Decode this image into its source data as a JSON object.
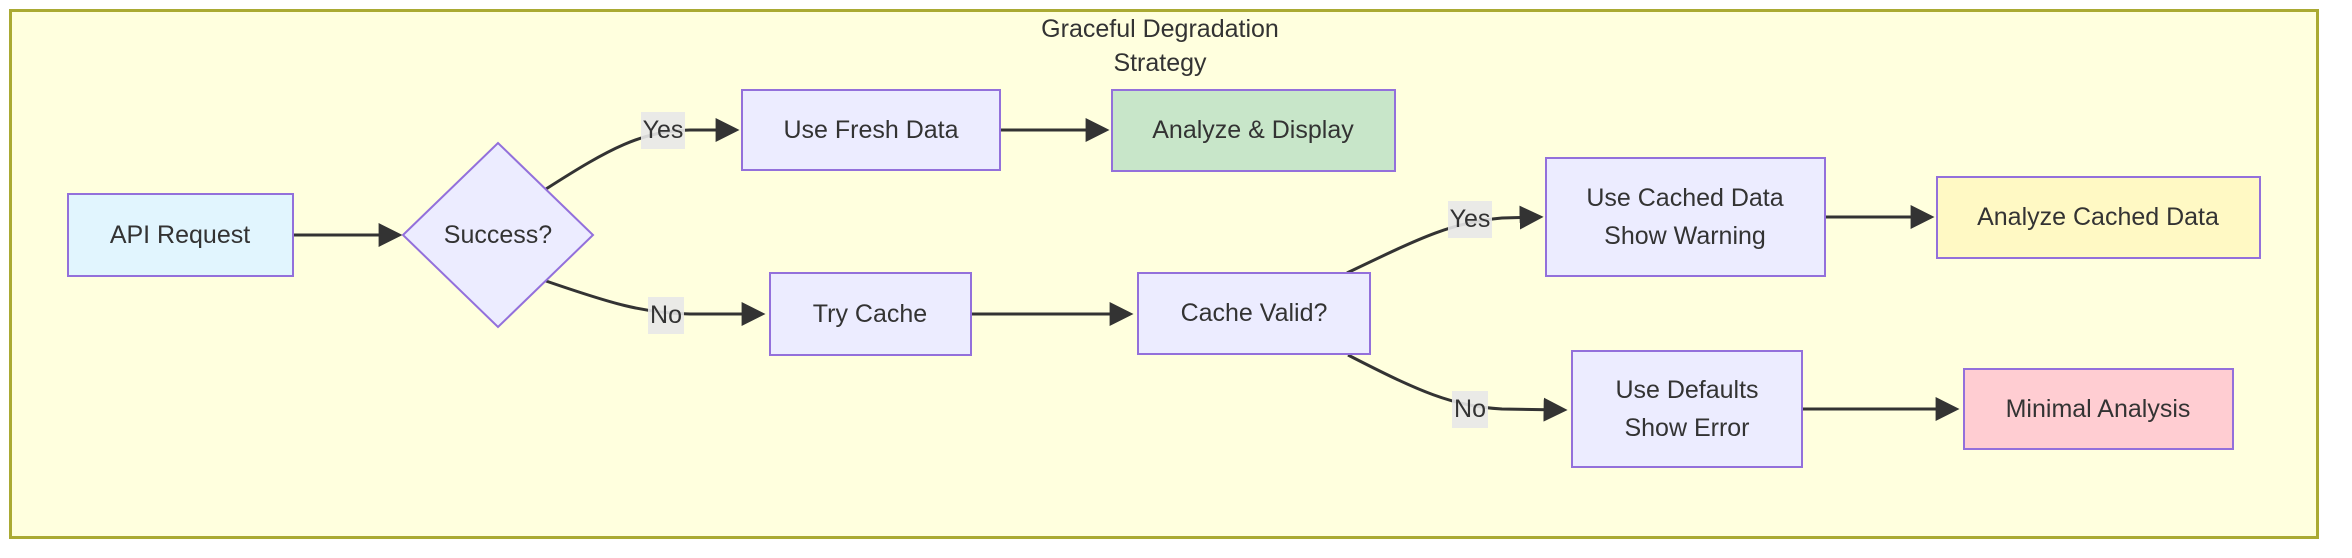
{
  "diagram": {
    "title": {
      "line1": "Graceful Degradation",
      "line2": "Strategy"
    },
    "nodes": {
      "api_request": {
        "label": "API Request"
      },
      "success": {
        "label": "Success?"
      },
      "use_fresh_data": {
        "label": "Use Fresh Data"
      },
      "analyze_display": {
        "label": "Analyze & Display"
      },
      "try_cache": {
        "label": "Try Cache"
      },
      "cache_valid": {
        "label": "Cache Valid?"
      },
      "use_cached_data": {
        "line1": "Use Cached Data",
        "line2": "Show Warning"
      },
      "analyze_cached_data": {
        "label": "Analyze Cached Data"
      },
      "use_defaults": {
        "line1": "Use Defaults",
        "line2": "Show Error"
      },
      "minimal_analysis": {
        "label": "Minimal Analysis"
      }
    },
    "edge_labels": {
      "success_yes": "Yes",
      "success_no": "No",
      "cache_valid_yes": "Yes",
      "cache_valid_no": "No"
    },
    "colors": {
      "container_fill": "#ffffde",
      "container_border": "#aaaa33",
      "node_fill": "#ececff",
      "node_border": "#9370db",
      "api_fill": "#e1f5fe",
      "success_fill": "#c8e6c9",
      "warning_fill": "#fff9c4",
      "error_fill": "#ffcdd2",
      "edge_color": "#333333",
      "edge_label_bg": "#e8e8e8",
      "text_color": "#333333"
    }
  }
}
